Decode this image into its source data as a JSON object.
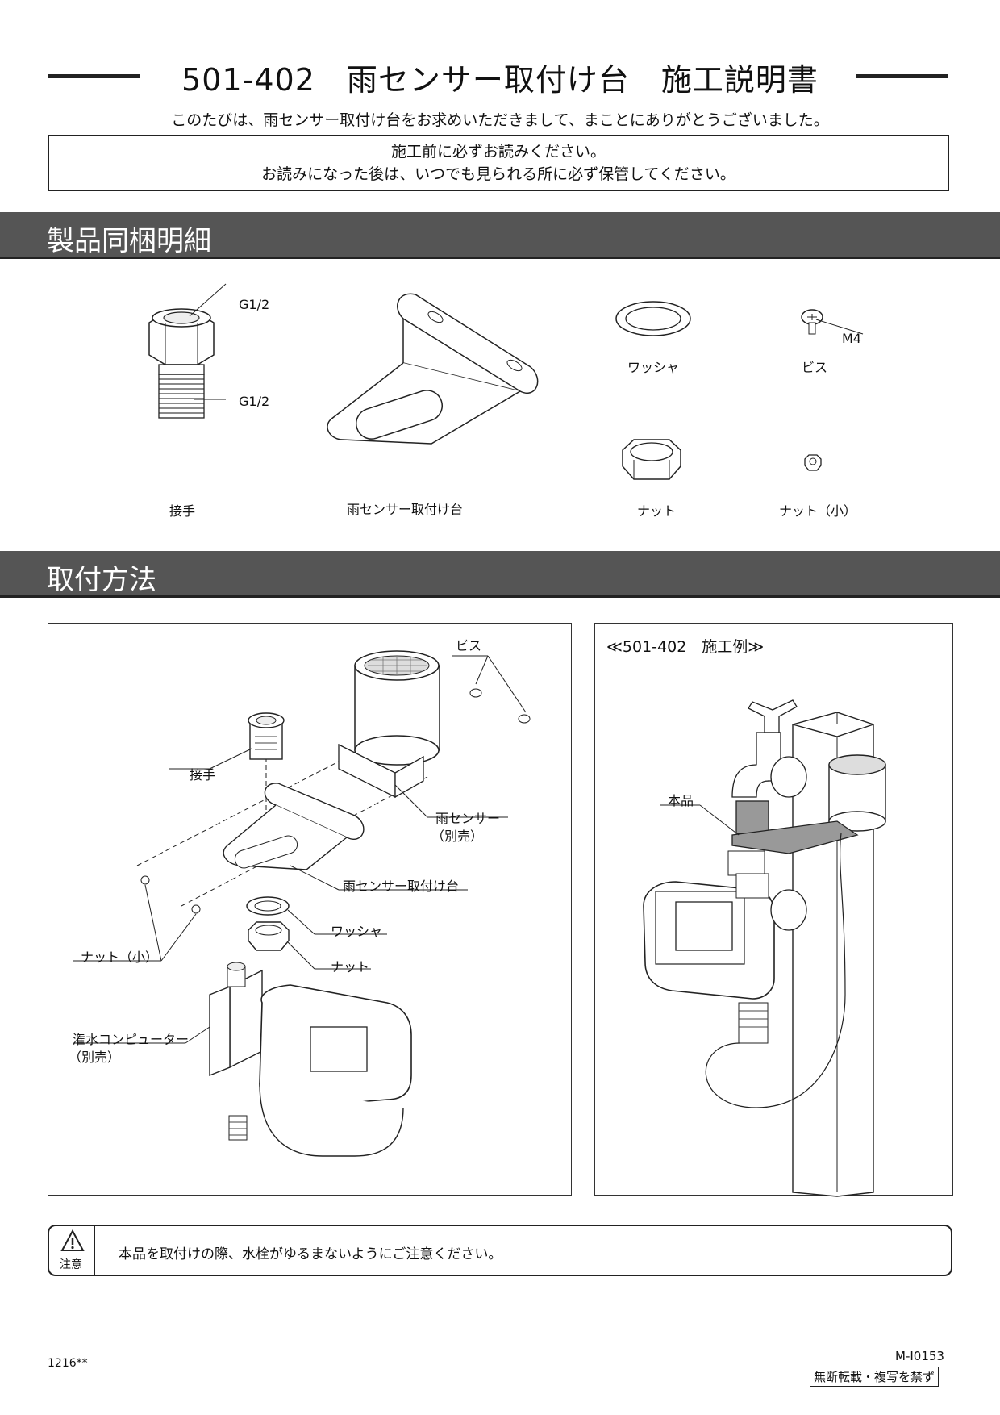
{
  "header": {
    "title": "501-402　雨センサー取付け台　施工説明書",
    "intro": "このたびは、雨センサー取付け台をお求めいただきまして、まことにありがとうございました。",
    "notice_line1": "施工前に必ずお読みください。",
    "notice_line2": "お読みになった後は、いつでも見られる所に必ず保管してください。"
  },
  "sections": {
    "contents_title": "製品同梱明細",
    "install_title": "取付方法"
  },
  "parts": {
    "joint_label": "接手",
    "joint_thread_top": "G1/2",
    "joint_thread_bottom": "G1/2",
    "bracket_label": "雨センサー取付け台",
    "washer_label": "ワッシャ",
    "screw_label": "ビス",
    "screw_size": "M4",
    "nut_label": "ナット",
    "small_nut_label": "ナット（小）"
  },
  "exploded": {
    "screw": "ビス",
    "joint": "接手",
    "rain_sensor": "雨センサー",
    "rain_sensor_note": "（別売）",
    "bracket": "雨センサー取付け台",
    "washer": "ワッシャ",
    "nut": "ナット",
    "small_nut": "ナット（小）",
    "computer": "潅水コンピューター",
    "computer_note": "（別売）"
  },
  "example": {
    "title": "≪501-402　施工例≫",
    "product_label": "本品"
  },
  "caution": {
    "icon_label": "注意",
    "text": "本品を取付けの際、水栓がゆるまないようにご注意ください。"
  },
  "footer": {
    "left_code": "1216**",
    "doc_code": "M-I0153",
    "copyright": "無断転載・複写を禁ず"
  }
}
